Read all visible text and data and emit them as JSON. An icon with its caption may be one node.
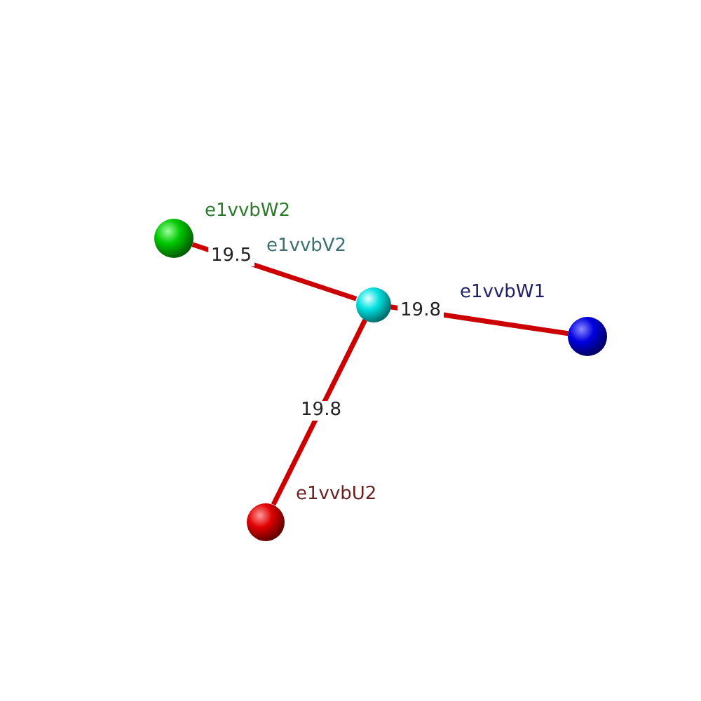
{
  "diagram": {
    "nodes": [
      {
        "text": [],
        "shape": "circle",
        "beside": [
          "e1vvbW2"
        ]
      },
      {
        "text": [],
        "shape": "circle",
        "beside": [
          "e1vvbV2"
        ]
      },
      {
        "text": [],
        "shape": "circle",
        "beside": [
          "e1vvbW1"
        ]
      },
      {
        "text": [],
        "shape": "circle",
        "beside": [
          "e1vvbU2"
        ]
      }
    ],
    "edges": [
      {
        "from": 0,
        "to": 1,
        "arrow": "none",
        "label": "19.5"
      },
      {
        "from": 1,
        "to": 2,
        "arrow": "none",
        "label": "19.8"
      },
      {
        "from": 1,
        "to": 3,
        "arrow": "none",
        "label": "19.8"
      }
    ]
  }
}
